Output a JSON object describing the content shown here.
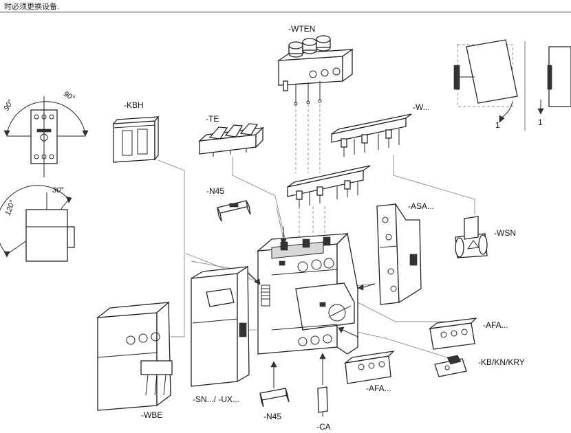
{
  "header": {
    "note": "时必须更换设备."
  },
  "labels": {
    "wten": "-WTEN",
    "kbh": "-KBH",
    "te": "-TE",
    "w": "-W...",
    "n45_top": "-N45",
    "asa": "-ASA...",
    "wsn": "-WSN",
    "afa_right": "-AFA...",
    "kb": "-KB/KN/KRY",
    "afa_bottom": "-AFA...",
    "wbe": "-WBE",
    "sn": "-SN.../ -UX...",
    "n45_bottom": "-N45",
    "ca": "-CA"
  },
  "angles": {
    "left_90": "90°",
    "right_90": "90°",
    "deg_120": "120°",
    "deg_30": "30°"
  },
  "mounting": {
    "step_left": "1",
    "step_right": "1"
  }
}
